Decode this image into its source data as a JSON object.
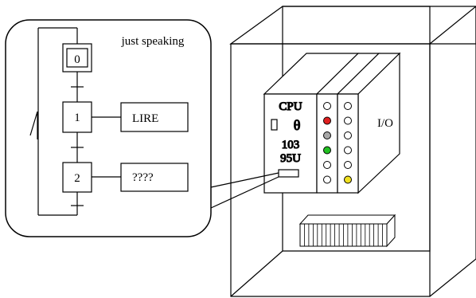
{
  "bubble": {
    "caption": "just speaking"
  },
  "grafcet": {
    "steps": [
      {
        "label": "0",
        "initial": true
      },
      {
        "label": "1",
        "initial": false
      },
      {
        "label": "2",
        "initial": false
      }
    ],
    "actions": [
      {
        "step": "1",
        "label": "LIRE"
      },
      {
        "step": "2",
        "label": "????"
      }
    ]
  },
  "plc": {
    "cpu_title": "CPU",
    "model_line1": "103",
    "model_line2": "95U",
    "theta_symbol": "θ",
    "io_label": "I/O",
    "led_colors": {
      "off": "#ffffff",
      "red": "#e02020",
      "gray": "#a8a8a8",
      "green": "#22c022",
      "yellow": "#f0e020"
    },
    "module1_leds": [
      "off",
      "red",
      "gray",
      "green",
      "off",
      "off"
    ],
    "module2_leds": [
      "off",
      "off",
      "off",
      "off",
      "off",
      "yellow"
    ]
  },
  "terminal_block": {
    "terminal_count": 20
  }
}
